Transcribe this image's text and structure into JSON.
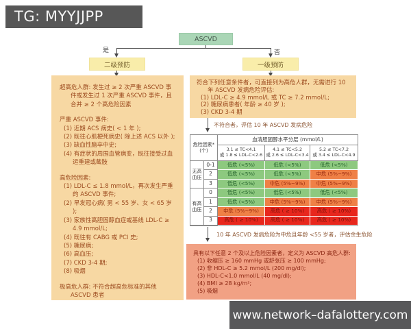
{
  "watermark": {
    "tag": "TG: MYYJJPP",
    "site": "www.network–dafalottery.com"
  },
  "flow": {
    "root": "ASCVD",
    "yes_label": "是",
    "no_label": "否",
    "secondary_box": "二级预防",
    "primary_box": "一级预防"
  },
  "left_box": {
    "items": [
      {
        "k": "p",
        "t": "超高危人群: 发生过 ≥ 2 次严重 ASCVD 事件或发生过 1 次严重 ASCVD 事件，且合并 ≥ 2 个高危险因素"
      },
      {
        "k": "gap"
      },
      {
        "k": "p",
        "t": "严重 ASCVD 事件:"
      },
      {
        "k": "li",
        "t": "(1) 近期 ACS 病史( < 1 年 );"
      },
      {
        "k": "li",
        "t": "(2) 既往心肌梗死病史( 除上述 ACS 以外 );"
      },
      {
        "k": "li",
        "t": "(3) 缺血性脑卒中史;"
      },
      {
        "k": "li",
        "t": "(4) 有症状的周围血管病变，既往接受过血运重建或截肢"
      },
      {
        "k": "gap"
      },
      {
        "k": "p",
        "t": "高危险因素:"
      },
      {
        "k": "li",
        "t": "(1) LDL-C ≤ 1.8 mmol/L，再次发生严重的 ASCVD 事件;"
      },
      {
        "k": "li",
        "t": "(2) 早发冠心病( 男 < 55 岁、女 < 65 岁 );"
      },
      {
        "k": "li",
        "t": "(3) 家族性高胆固醇血症或基线 LDL-C ≥ 4.9 mmol/L;"
      },
      {
        "k": "li",
        "t": "(4) 既往有 CABG 或 PCI 史;"
      },
      {
        "k": "li",
        "t": "(5) 糖尿病;"
      },
      {
        "k": "li",
        "t": "(6) 高血压;"
      },
      {
        "k": "li",
        "t": "(7) CKD 3-4 期;"
      },
      {
        "k": "li",
        "t": "(8) 吸烟"
      },
      {
        "k": "gap"
      },
      {
        "k": "p",
        "t": "极高危人群: 不符合超高危标准的其他 ASCVD 患者"
      }
    ]
  },
  "right_box": {
    "items": [
      {
        "k": "p",
        "t": "符合下列任意条件者，可直接列为高危人群，无需进行 10 年 ASCVD 发病危险评估:"
      },
      {
        "k": "li",
        "t": "(1) LDL-C ≥ 4.9 mmol/L 或 TC ≥ 7.2 mmol/L;"
      },
      {
        "k": "li",
        "t": "(2) 糖尿病患者( 年龄 ≥ 40 岁 );"
      },
      {
        "k": "li",
        "t": "(3) CKD 3-4 期"
      }
    ]
  },
  "connectors": {
    "assess_label": "不符合者，评估 10 年 ASCVD 发病危险",
    "lifetime_label": "10 年 ASCVD 发病危险为中危且年龄 <55 岁者，评估余生危险"
  },
  "risk_table": {
    "type": "table",
    "corner_line1": "危险因素*",
    "corner_line2": "(个)",
    "col_group_header": "血清胆固醇水平分层 (mmol/L)",
    "columns": [
      {
        "tc": "3.1 ≤ TC<4.1",
        "ldl": "或 1.8 ≤ LDL-C<2.6"
      },
      {
        "tc": "4.1 ≤ TC<5.2",
        "ldl": "或 2.6 ≤ LDL-C<3.4"
      },
      {
        "tc": "5.2 ≤ TC<7.2",
        "ldl": "或 3.4 ≤ LDL-C<4.9"
      }
    ],
    "row_groups": [
      {
        "label": "无高血压",
        "rows": [
          {
            "count": "0-1",
            "cells": [
              "low",
              "low",
              "low"
            ]
          },
          {
            "count": "2",
            "cells": [
              "low",
              "low",
              "mid"
            ]
          },
          {
            "count": "3",
            "cells": [
              "low",
              "mid",
              "mid"
            ]
          }
        ]
      },
      {
        "label": "有高血压",
        "rows": [
          {
            "count": "0",
            "cells": [
              "low",
              "low",
              "low"
            ]
          },
          {
            "count": "1",
            "cells": [
              "low",
              "mid",
              "mid"
            ]
          },
          {
            "count": "2",
            "cells": [
              "mid",
              "high",
              "high"
            ]
          },
          {
            "count": "3",
            "cells": [
              "high",
              "high",
              "high"
            ]
          }
        ]
      }
    ],
    "levels": {
      "low": {
        "label": "低危 (<5%)",
        "bg": "#8dc97f",
        "fg": "#25632c"
      },
      "mid": {
        "label": "中危 (5%~9%)",
        "bg": "#ef8046",
        "fg": "#9c2c10"
      },
      "high": {
        "label": "高危 ( ≥ 10%)",
        "bg": "#e8271d",
        "fg": "#7e130a"
      }
    }
  },
  "pink_box": {
    "items": [
      {
        "k": "p",
        "t": "具有以下任意 2 个及以上危险因素者，定义为 ASCVD 高危人群:"
      },
      {
        "k": "li",
        "t": "(1) 收缩压 ≥ 160 mmHg 或舒张压 ≥ 100 mmHg;"
      },
      {
        "k": "li",
        "t": "(2) 非 HDL-C ≥ 5.2 mmol/L (200 mg/dl);"
      },
      {
        "k": "li",
        "t": "(3) HDL-C<1.0 mmol/L (40 mg/dl);"
      },
      {
        "k": "li",
        "t": "(4) BMI ≥ 28 kg/m²;"
      },
      {
        "k": "li",
        "t": "(5) 吸烟"
      }
    ]
  },
  "colors": {
    "box_orange": "#f7d8a3",
    "box_pink": "#f1a184",
    "node_green": "#aad6b6",
    "node_yellow": "#f9edaa",
    "watermark_gray": "#58585a"
  }
}
